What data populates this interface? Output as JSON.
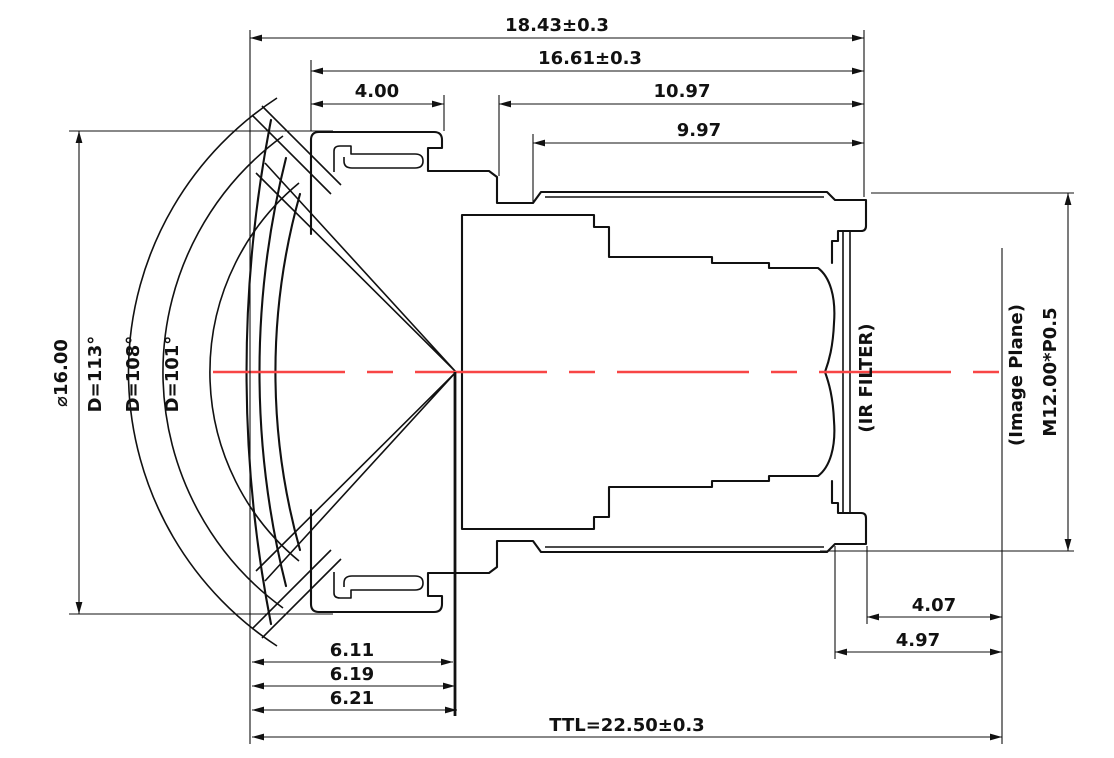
{
  "drawing": {
    "type": "lens cross-section engineering drawing",
    "dimensions": {
      "overall_length": "18.43±0.3",
      "barrel_length": "16.61±0.3",
      "front_section_length": "4.00",
      "thread_section_long": "10.97",
      "thread_section_short": "9.97",
      "front_to_apex_1": "6.11",
      "front_to_apex_2": "6.19",
      "front_to_apex_3": "6.21",
      "total_track_length": "TTL=22.50±0.3",
      "rear_to_image_1": "4.07",
      "rear_to_image_2": "4.97",
      "front_diameter": "⌀16.00",
      "mount_thread": "M12.00*P0.5"
    },
    "labels": {
      "fov_diagonal": "D=113°",
      "fov_horizontal": "D=108°",
      "fov_vertical": "D=101°",
      "ir_filter": "(IR FILTER)",
      "image_plane": "(Image Plane)"
    },
    "colors": {
      "line": "#111111",
      "red": "#f84545"
    }
  }
}
